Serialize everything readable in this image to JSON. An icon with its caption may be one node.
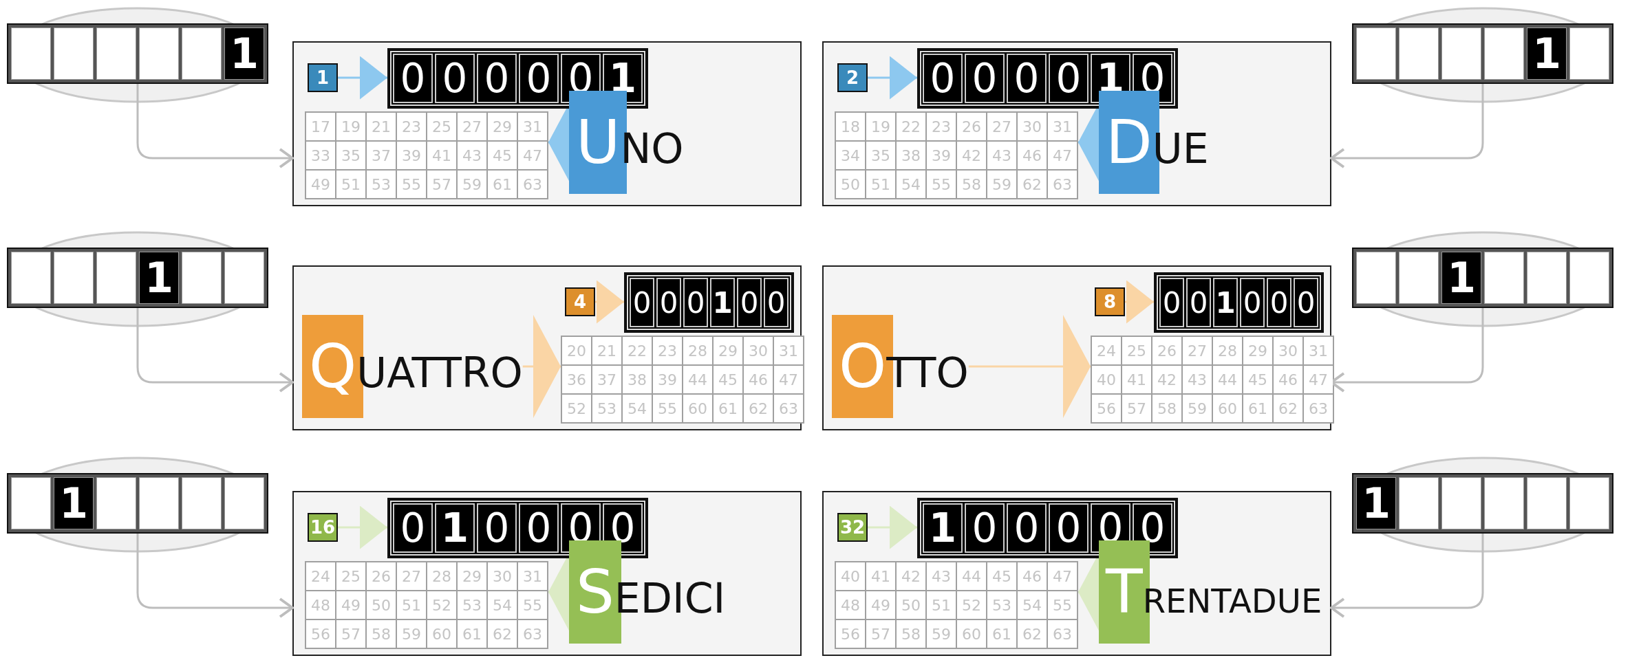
{
  "diagram": {
    "nodes": [
      {
        "text": [
          "1"
        ]
      },
      {
        "text": [],
        "shape": "box"
      },
      {
        "text": [
          "1"
        ],
        "in": 1
      },
      {
        "text": [
          "0",
          "0",
          "0",
          "0",
          "0",
          "1"
        ],
        "in": 1
      },
      {
        "text": [
          "17",
          "19",
          "21",
          "23",
          "25",
          "27",
          "29",
          "31",
          "33",
          "35",
          "37",
          "39",
          "41",
          "43",
          "45",
          "47",
          "49",
          "51",
          "53",
          "55",
          "57",
          "59",
          "61",
          "63"
        ],
        "in": 1
      },
      {
        "text": [
          "UNO"
        ],
        "in": 1
      },
      {
        "text": [],
        "shape": "box"
      },
      {
        "text": [
          "2"
        ],
        "in": 6
      },
      {
        "text": [
          "0",
          "0",
          "0",
          "0",
          "1",
          "0"
        ],
        "in": 6
      },
      {
        "text": [
          "18",
          "19",
          "22",
          "23",
          "26",
          "27",
          "30",
          "31",
          "34",
          "35",
          "38",
          "39",
          "42",
          "43",
          "46",
          "47",
          "50",
          "51",
          "54",
          "55",
          "58",
          "59",
          "62",
          "63"
        ],
        "in": 6
      },
      {
        "text": [
          "DUE"
        ],
        "in": 6
      },
      {
        "text": [
          "1"
        ]
      },
      {
        "text": [
          "1"
        ]
      },
      {
        "text": [],
        "shape": "box"
      },
      {
        "text": [
          "4"
        ],
        "in": 13
      },
      {
        "text": [
          "0",
          "0",
          "0",
          "1",
          "0",
          "0"
        ],
        "in": 13
      },
      {
        "text": [
          "20",
          "21",
          "22",
          "23",
          "28",
          "29",
          "30",
          "31",
          "36",
          "37",
          "38",
          "39",
          "44",
          "45",
          "46",
          "47",
          "52",
          "53",
          "54",
          "55",
          "60",
          "61",
          "62",
          "63"
        ],
        "in": 13
      },
      {
        "text": [
          "QUATTRO"
        ],
        "in": 13
      },
      {
        "text": [],
        "shape": "box"
      },
      {
        "text": [
          "8"
        ],
        "in": 18
      },
      {
        "text": [
          "0",
          "0",
          "1",
          "0",
          "0",
          "0"
        ],
        "in": 18
      },
      {
        "text": [
          "24",
          "25",
          "26",
          "27",
          "28",
          "29",
          "30",
          "31",
          "40",
          "41",
          "42",
          "43",
          "44",
          "45",
          "46",
          "47",
          "56",
          "57",
          "58",
          "59",
          "60",
          "61",
          "62",
          "63"
        ],
        "in": 18
      },
      {
        "text": [
          "OTTO"
        ],
        "in": 18
      },
      {
        "text": [
          "1"
        ]
      },
      {
        "text": [
          "1"
        ]
      },
      {
        "text": [],
        "shape": "box"
      },
      {
        "text": [
          "16"
        ],
        "in": 25
      },
      {
        "text": [
          "0",
          "1",
          "0",
          "0",
          "0",
          "0"
        ],
        "in": 25
      },
      {
        "text": [
          "24",
          "25",
          "26",
          "27",
          "28",
          "29",
          "30",
          "31",
          "48",
          "49",
          "50",
          "51",
          "52",
          "53",
          "54",
          "55",
          "56",
          "57",
          "58",
          "59",
          "60",
          "61",
          "62",
          "63"
        ],
        "in": 25
      },
      {
        "text": [
          "SEDICI"
        ],
        "in": 25
      },
      {
        "text": [],
        "shape": "box"
      },
      {
        "text": [
          "32"
        ],
        "in": 30
      },
      {
        "text": [
          "1",
          "0",
          "0",
          "0",
          "0",
          "0"
        ],
        "in": 30
      },
      {
        "text": [
          "40",
          "41",
          "42",
          "43",
          "44",
          "45",
          "46",
          "47",
          "48",
          "49",
          "50",
          "51",
          "52",
          "53",
          "54",
          "55",
          "56",
          "57",
          "58",
          "59",
          "60",
          "61",
          "62",
          "63"
        ],
        "in": 30
      },
      {
        "text": [
          "TRENTADUE"
        ],
        "in": 30
      },
      {
        "text": [
          "1"
        ]
      }
    ],
    "edges": [
      {
        "from": 0,
        "to": 1,
        "arrow": "to"
      },
      {
        "from": 2,
        "to": 3,
        "arrow": "to",
        "color": "#8dc8ef"
      },
      {
        "from": 5,
        "to": 4,
        "arrow": "to",
        "color": "#8dc8ef"
      },
      {
        "from": 7,
        "to": 8,
        "arrow": "to",
        "color": "#8dc8ef"
      },
      {
        "from": 10,
        "to": 9,
        "arrow": "to",
        "color": "#8dc8ef"
      },
      {
        "from": 11,
        "to": 6,
        "arrow": "to"
      },
      {
        "from": 12,
        "to": 13,
        "arrow": "to"
      },
      {
        "from": 14,
        "to": 15,
        "arrow": "to",
        "color": "#fad5a5"
      },
      {
        "from": 17,
        "to": 16,
        "arrow": "to",
        "color": "#fad5a5"
      },
      {
        "from": 19,
        "to": 20,
        "arrow": "to",
        "color": "#fad5a5"
      },
      {
        "from": 22,
        "to": 21,
        "arrow": "to",
        "color": "#fad5a5"
      },
      {
        "from": 23,
        "to": 18,
        "arrow": "to"
      },
      {
        "from": 24,
        "to": 25,
        "arrow": "to"
      },
      {
        "from": 26,
        "to": 27,
        "arrow": "to",
        "color": "#dcebc5"
      },
      {
        "from": 29,
        "to": 28,
        "arrow": "to",
        "color": "#dcebc5"
      },
      {
        "from": 31,
        "to": 32,
        "arrow": "to",
        "color": "#dcebc5"
      },
      {
        "from": 34,
        "to": 33,
        "arrow": "to",
        "color": "#dcebc5"
      },
      {
        "from": 35,
        "to": 30,
        "arrow": "to"
      }
    ]
  }
}
